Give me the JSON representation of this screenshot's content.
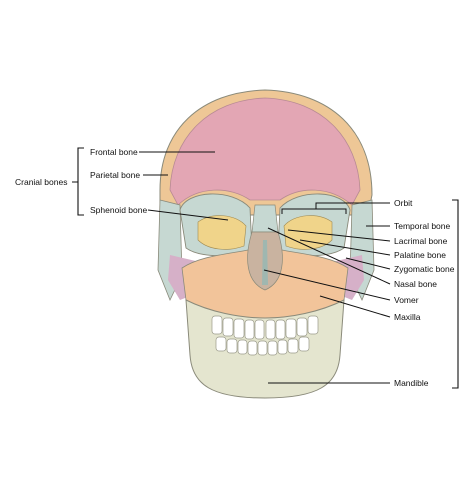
{
  "labels": {
    "cranial_group": "Cranial bones",
    "frontal": "Frontal bone",
    "parietal": "Parietal bone",
    "sphenoid": "Sphenoid bone",
    "orbit": "Orbit",
    "temporal": "Temporal bone",
    "lacrimal": "Lacrimal bone",
    "palatine": "Palatine bone",
    "zygomatic": "Zygomatic bone",
    "nasal": "Nasal bone",
    "vomer": "Vomer",
    "maxilla": "Maxilla",
    "mandible": "Mandible"
  },
  "colors": {
    "frontal": "#e3a6b4",
    "parietal": "#eec796",
    "sphenoid": "#f0d48a",
    "temporal": "#c6d8d2",
    "maxilla": "#f2c49a",
    "mandible": "#e4e5cf",
    "zygomatic": "#d6b0c8",
    "teeth": "#ffffff",
    "outline": "#8a8a7a"
  }
}
